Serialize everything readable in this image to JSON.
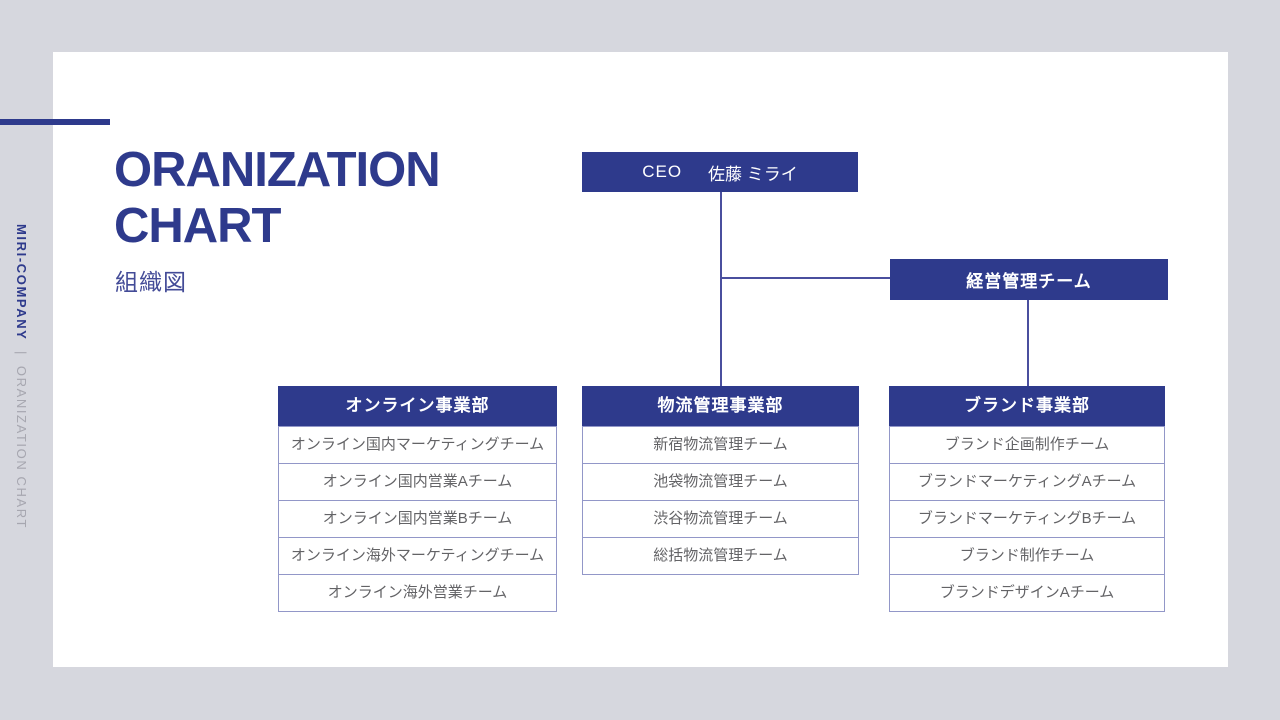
{
  "colors": {
    "background": "#d6d7de",
    "slide": "#ffffff",
    "accent": "#2e3a8c",
    "connector": "#4a4f9e",
    "row_border": "#9297c8",
    "row_text": "#636366",
    "muted": "#a7a7b0"
  },
  "sidebar": {
    "brand": "MIRI-COMPANY",
    "separator": "|",
    "caption": "ORANIZATION CHART"
  },
  "header": {
    "title_line1": "ORANIZATION",
    "title_line2": "CHART",
    "subtitle": "組織図"
  },
  "org": {
    "ceo": {
      "role": "CEO",
      "name": "佐藤 ミライ"
    },
    "management_team": "経営管理チーム",
    "departments": [
      {
        "name": "オンライン事業部",
        "teams": [
          "オンライン国内マーケティングチーム",
          "オンライン国内営業Aチーム",
          "オンライン国内営業Bチーム",
          "オンライン海外マーケティングチーム",
          "オンライン海外営業チーム"
        ]
      },
      {
        "name": "物流管理事業部",
        "teams": [
          "新宿物流管理チーム",
          "池袋物流管理チーム",
          "渋谷物流管理チーム",
          "総括物流管理チーム"
        ]
      },
      {
        "name": "ブランド事業部",
        "teams": [
          "ブランド企画制作チーム",
          "ブランドマーケティングAチーム",
          "ブランドマーケティングBチーム",
          "ブランド制作チーム",
          "ブランドデザインAチーム"
        ]
      }
    ]
  }
}
